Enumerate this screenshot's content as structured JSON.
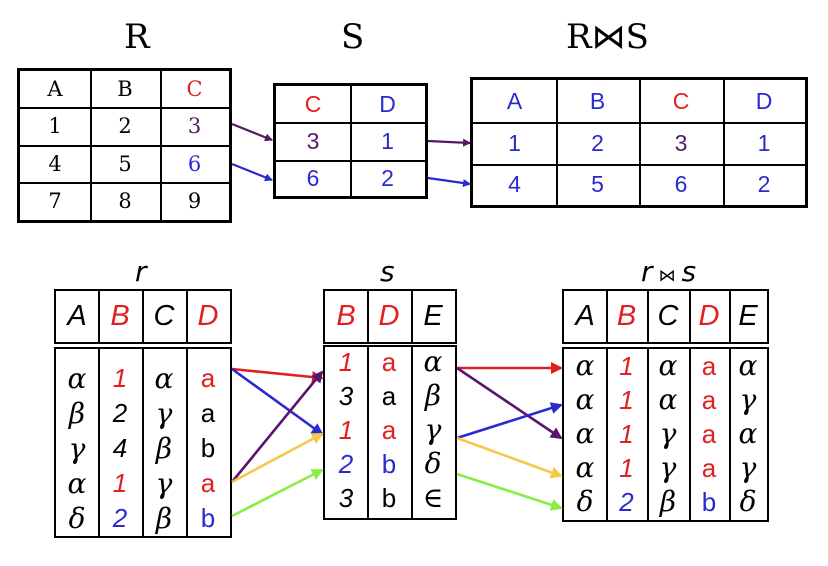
{
  "colors": {
    "black": "#000000",
    "red": "#e02020",
    "blue": "#2a2ad0",
    "purple": "#551a66",
    "dark_purple": "#5a1470",
    "yellow": "#f5c84a",
    "green": "#88ee44"
  },
  "top": {
    "R": {
      "title": "R",
      "headers": [
        "A",
        "B",
        "C"
      ],
      "rows": [
        [
          "1",
          "2",
          "3"
        ],
        [
          "4",
          "5",
          "6"
        ],
        [
          "7",
          "8",
          "9"
        ]
      ]
    },
    "S": {
      "title": "S",
      "headers": [
        "C",
        "D"
      ],
      "rows": [
        [
          "3",
          "1"
        ],
        [
          "6",
          "2"
        ]
      ]
    },
    "RS": {
      "title": "R⋈S",
      "headers": [
        "A",
        "B",
        "C",
        "D"
      ],
      "rows": [
        [
          "1",
          "2",
          "3",
          "1"
        ],
        [
          "4",
          "5",
          "6",
          "2"
        ]
      ]
    }
  },
  "bottom": {
    "r": {
      "title": "r",
      "headers": [
        "A",
        "B",
        "C",
        "D"
      ],
      "columns": [
        [
          "α",
          "β",
          "γ",
          "α",
          "δ"
        ],
        [
          "1",
          "2",
          "4",
          "1",
          "2"
        ],
        [
          "α",
          "γ",
          "β",
          "γ",
          "β"
        ],
        [
          "a",
          "a",
          "b",
          "a",
          "b"
        ]
      ]
    },
    "s": {
      "title": "s",
      "headers": [
        "B",
        "D",
        "E"
      ],
      "columns": [
        [
          "1",
          "3",
          "1",
          "2",
          "3"
        ],
        [
          "a",
          "a",
          "a",
          "b",
          "b"
        ],
        [
          "α",
          "β",
          "γ",
          "δ",
          "∈"
        ]
      ]
    },
    "rs": {
      "title_r": "r",
      "title_join": "⋈",
      "title_s": "s",
      "headers": [
        "A",
        "B",
        "C",
        "D",
        "E"
      ],
      "columns": [
        [
          "α",
          "α",
          "α",
          "α",
          "δ"
        ],
        [
          "1",
          "1",
          "1",
          "1",
          "2"
        ],
        [
          "α",
          "α",
          "γ",
          "γ",
          "β"
        ],
        [
          "a",
          "a",
          "a",
          "a",
          "b"
        ],
        [
          "α",
          "γ",
          "α",
          "γ",
          "δ"
        ]
      ]
    }
  }
}
